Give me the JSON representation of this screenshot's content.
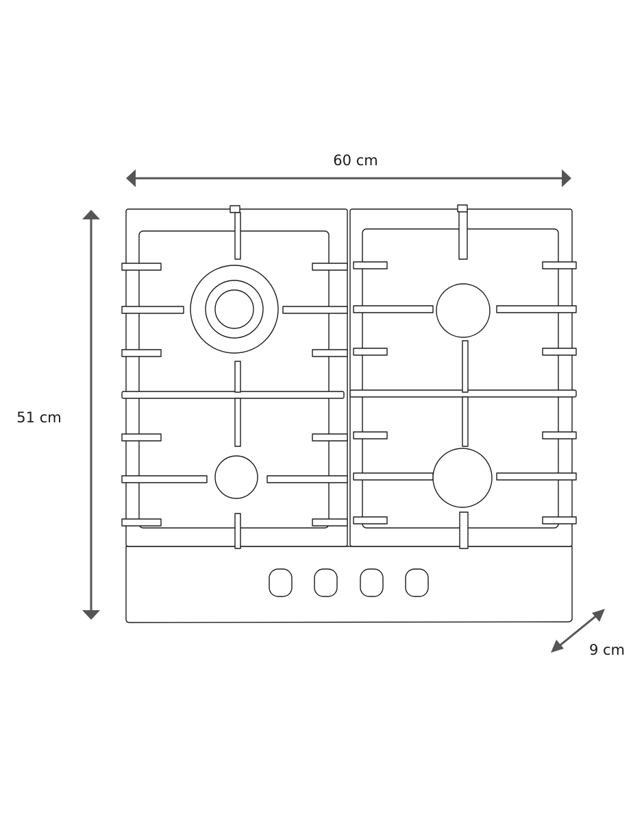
{
  "dimensions": {
    "width_label": "60 cm",
    "height_label": "51 cm",
    "depth_label": "9 cm"
  },
  "cooktop": {
    "burners": [
      {
        "position": "rear-left",
        "type": "wok ring burner"
      },
      {
        "position": "rear-right",
        "type": "medium burner"
      },
      {
        "position": "front-left",
        "type": "small burner"
      },
      {
        "position": "front-right",
        "type": "large burner"
      }
    ],
    "knob_count": 4
  },
  "colors": {
    "outline": "#1a1a1a",
    "arrow": "#555555",
    "background": "#ffffff"
  }
}
